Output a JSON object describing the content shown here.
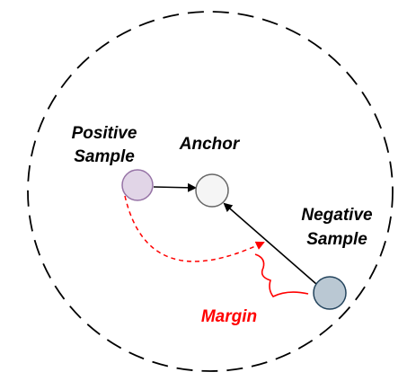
{
  "labels": {
    "positive_line1": "Positive",
    "positive_line2": "Sample",
    "anchor": "Anchor",
    "negative_line1": "Negative",
    "negative_line2": "Sample",
    "margin": "Margin"
  },
  "colors": {
    "positive_fill": "#e1d5e7",
    "positive_stroke": "#9673a6",
    "anchor_fill": "#f5f5f5",
    "anchor_stroke": "#666666",
    "negative_fill": "#bac8d3",
    "negative_stroke": "#23445d",
    "margin": "#ff0000",
    "text": "#000000",
    "boundary": "#000000"
  }
}
